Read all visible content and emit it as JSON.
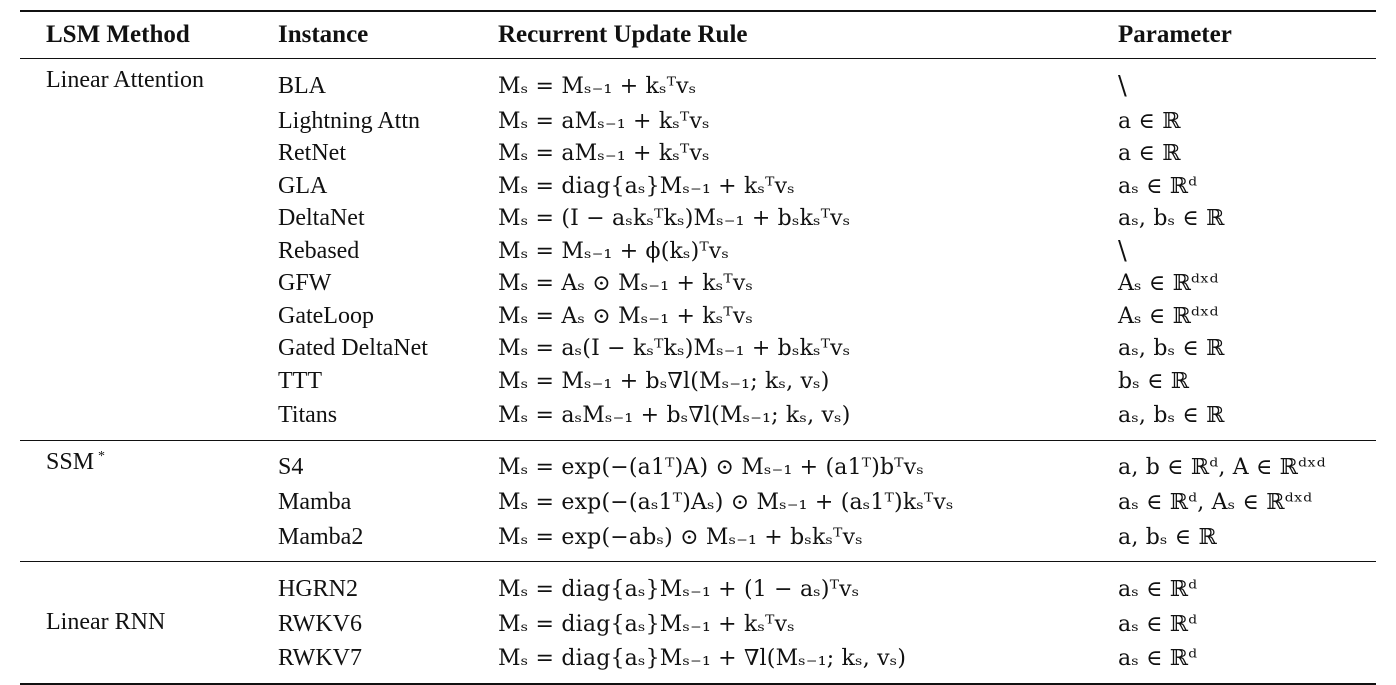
{
  "header": {
    "method": "LSM Method",
    "instance": "Instance",
    "rule": "Recurrent Update Rule",
    "parameter": "Parameter"
  },
  "groups": [
    {
      "method": "Linear Attention",
      "rows": [
        {
          "instance": "BLA",
          "rule": "Mₛ = Mₛ₋₁ + kₛᵀvₛ",
          "param": "\\"
        },
        {
          "instance": "Lightning Attn",
          "rule": "Mₛ = aMₛ₋₁ + kₛᵀvₛ",
          "param": "a ∈ ℝ"
        },
        {
          "instance": "RetNet",
          "rule": "Mₛ = aMₛ₋₁ + kₛᵀvₛ",
          "param": "a ∈ ℝ"
        },
        {
          "instance": "GLA",
          "rule": "Mₛ = diag{aₛ}Mₛ₋₁ + kₛᵀvₛ",
          "param": "aₛ ∈ ℝᵈ"
        },
        {
          "instance": "DeltaNet",
          "rule": "Mₛ = (I − aₛkₛᵀkₛ)Mₛ₋₁ + bₛkₛᵀvₛ",
          "param": "aₛ, bₛ ∈ ℝ"
        },
        {
          "instance": "Rebased",
          "rule": "Mₛ = Mₛ₋₁ + ϕ(kₛ)ᵀvₛ",
          "param": "\\"
        },
        {
          "instance": "GFW",
          "rule": "Mₛ = Aₛ ⊙ Mₛ₋₁ + kₛᵀvₛ",
          "param": "Aₛ ∈ ℝᵈˣᵈ"
        },
        {
          "instance": "GateLoop",
          "rule": "Mₛ = Aₛ ⊙ Mₛ₋₁ + kₛᵀvₛ",
          "param": "Aₛ ∈ ℝᵈˣᵈ"
        },
        {
          "instance": "Gated DeltaNet",
          "rule": "Mₛ = aₛ(I − kₛᵀkₛ)Mₛ₋₁ + bₛkₛᵀvₛ",
          "param": "aₛ, bₛ ∈ ℝ"
        },
        {
          "instance": "TTT",
          "rule": "Mₛ = Mₛ₋₁ + bₛ∇l(Mₛ₋₁; kₛ, vₛ)",
          "param": "bₛ ∈ ℝ"
        },
        {
          "instance": "Titans",
          "rule": "Mₛ = aₛMₛ₋₁ + bₛ∇l(Mₛ₋₁; kₛ, vₛ)",
          "param": "aₛ, bₛ ∈ ℝ"
        }
      ]
    },
    {
      "method": "SSM",
      "method_mark": "*",
      "rows": [
        {
          "instance": "S4",
          "rule": "Mₛ = exp(−(a1ᵀ)A) ⊙ Mₛ₋₁ + (a1ᵀ)bᵀvₛ",
          "param": "a, b ∈ ℝᵈ, A ∈ ℝᵈˣᵈ"
        },
        {
          "instance": "Mamba",
          "rule": "Mₛ = exp(−(aₛ1ᵀ)Aₛ) ⊙ Mₛ₋₁ + (aₛ1ᵀ)kₛᵀvₛ",
          "param": "aₛ ∈ ℝᵈ, Aₛ ∈ ℝᵈˣᵈ"
        },
        {
          "instance": "Mamba2",
          "rule": "Mₛ = exp(−abₛ) ⊙ Mₛ₋₁ + bₛkₛᵀvₛ",
          "param": "a, bₛ ∈ ℝ"
        }
      ]
    },
    {
      "method": "Linear RNN",
      "rows": [
        {
          "instance": "HGRN2",
          "rule": "Mₛ = diag{aₛ}Mₛ₋₁ + (1 − aₛ)ᵀvₛ",
          "param": "aₛ ∈ ℝᵈ"
        },
        {
          "instance": "RWKV6",
          "rule": "Mₛ = diag{aₛ}Mₛ₋₁ + kₛᵀvₛ",
          "param": "aₛ ∈ ℝᵈ"
        },
        {
          "instance": "RWKV7",
          "rule": "Mₛ = diag{aₛ}Mₛ₋₁ + ∇l(Mₛ₋₁; kₛ, vₛ)",
          "param": "aₛ ∈ ℝᵈ"
        }
      ]
    }
  ]
}
